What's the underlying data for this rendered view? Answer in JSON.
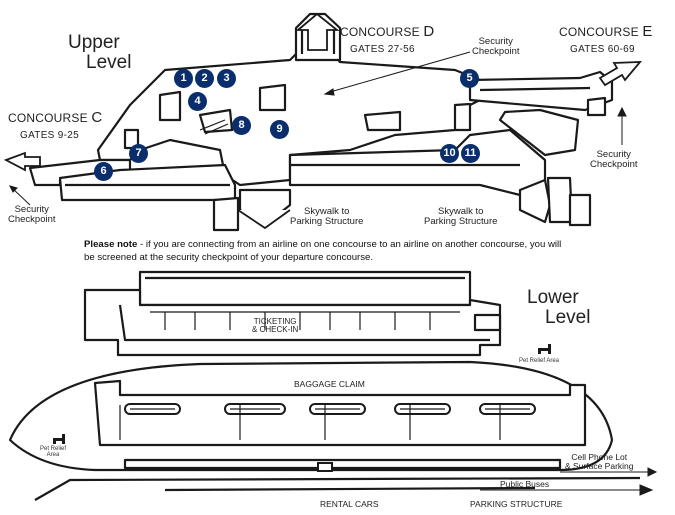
{
  "upper": {
    "title_line1": "Upper",
    "title_line2": "Level"
  },
  "lower": {
    "title_line1": "Lower",
    "title_line2": "Level"
  },
  "concourse_c": {
    "name": "CONCOURSE",
    "letter": "C",
    "gates": "GATES 9-25"
  },
  "concourse_d": {
    "name": "CONCOURSE",
    "letter": "D",
    "gates": "GATES 27-56"
  },
  "concourse_e": {
    "name": "CONCOURSE",
    "letter": "E",
    "gates": "GATES 60-69"
  },
  "checkpoints": {
    "left": [
      "Security",
      "Checkpoint"
    ],
    "center": [
      "Security",
      "Checkpoint"
    ],
    "right": [
      "Security",
      "Checkpoint"
    ]
  },
  "skywalks": {
    "left": [
      "Skywalk to",
      "Parking Structure"
    ],
    "right": [
      "Skywalk to",
      "Parking Structure"
    ]
  },
  "badges": [
    "1",
    "2",
    "3",
    "4",
    "5",
    "6",
    "7",
    "8",
    "9",
    "10",
    "11"
  ],
  "note": {
    "bold": "Please note",
    "text": " - if you are connecting from an airline on one concourse to an airline on another concourse, you will be screened at the security checkpoint of your departure concourse."
  },
  "lower_labels": {
    "ticketing_line1": "TICKETING",
    "ticketing_line2": "& CHECK-IN",
    "baggage": "BAGGAGE CLAIM",
    "pet_relief_right": "Pet Relief Area",
    "pet_relief_left_line1": "Pet Relief",
    "pet_relief_left_line2": "Area",
    "cell_phone_line1": "Cell Phone Lot",
    "cell_phone_line2": "& Surface Parking",
    "public_buses": "Public Buses",
    "rental_cars": "RENTAL CARS",
    "parking_structure": "PARKING STRUCTURE"
  },
  "colors": {
    "badge": "#0a2e6b",
    "outline": "#1a1a1a"
  }
}
